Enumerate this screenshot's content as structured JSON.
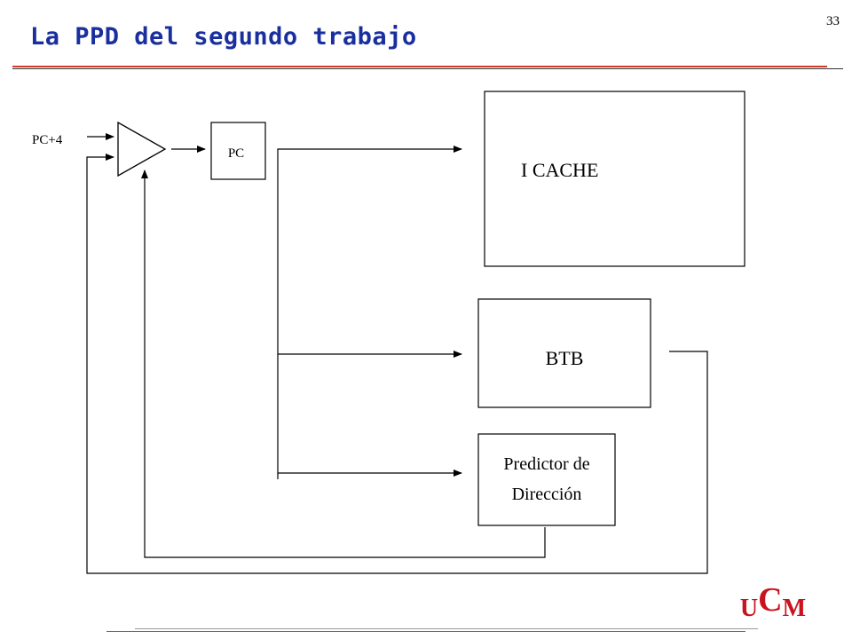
{
  "slide": {
    "number": "33",
    "title": "La PPD del segundo trabajo"
  },
  "diagram": {
    "input_label": "PC+4",
    "pc_label": "PC",
    "icache_label": "I CACHE",
    "btb_label": "BTB",
    "predictor_line1": "Predictor de",
    "predictor_line2": "Dirección"
  },
  "logo": {
    "left": "U",
    "middle": "C",
    "right": "M"
  },
  "colors": {
    "title": "#1a2f9e",
    "accent_rule": "#d23a2a",
    "logo": "#c8141e",
    "lines": "#000000"
  }
}
